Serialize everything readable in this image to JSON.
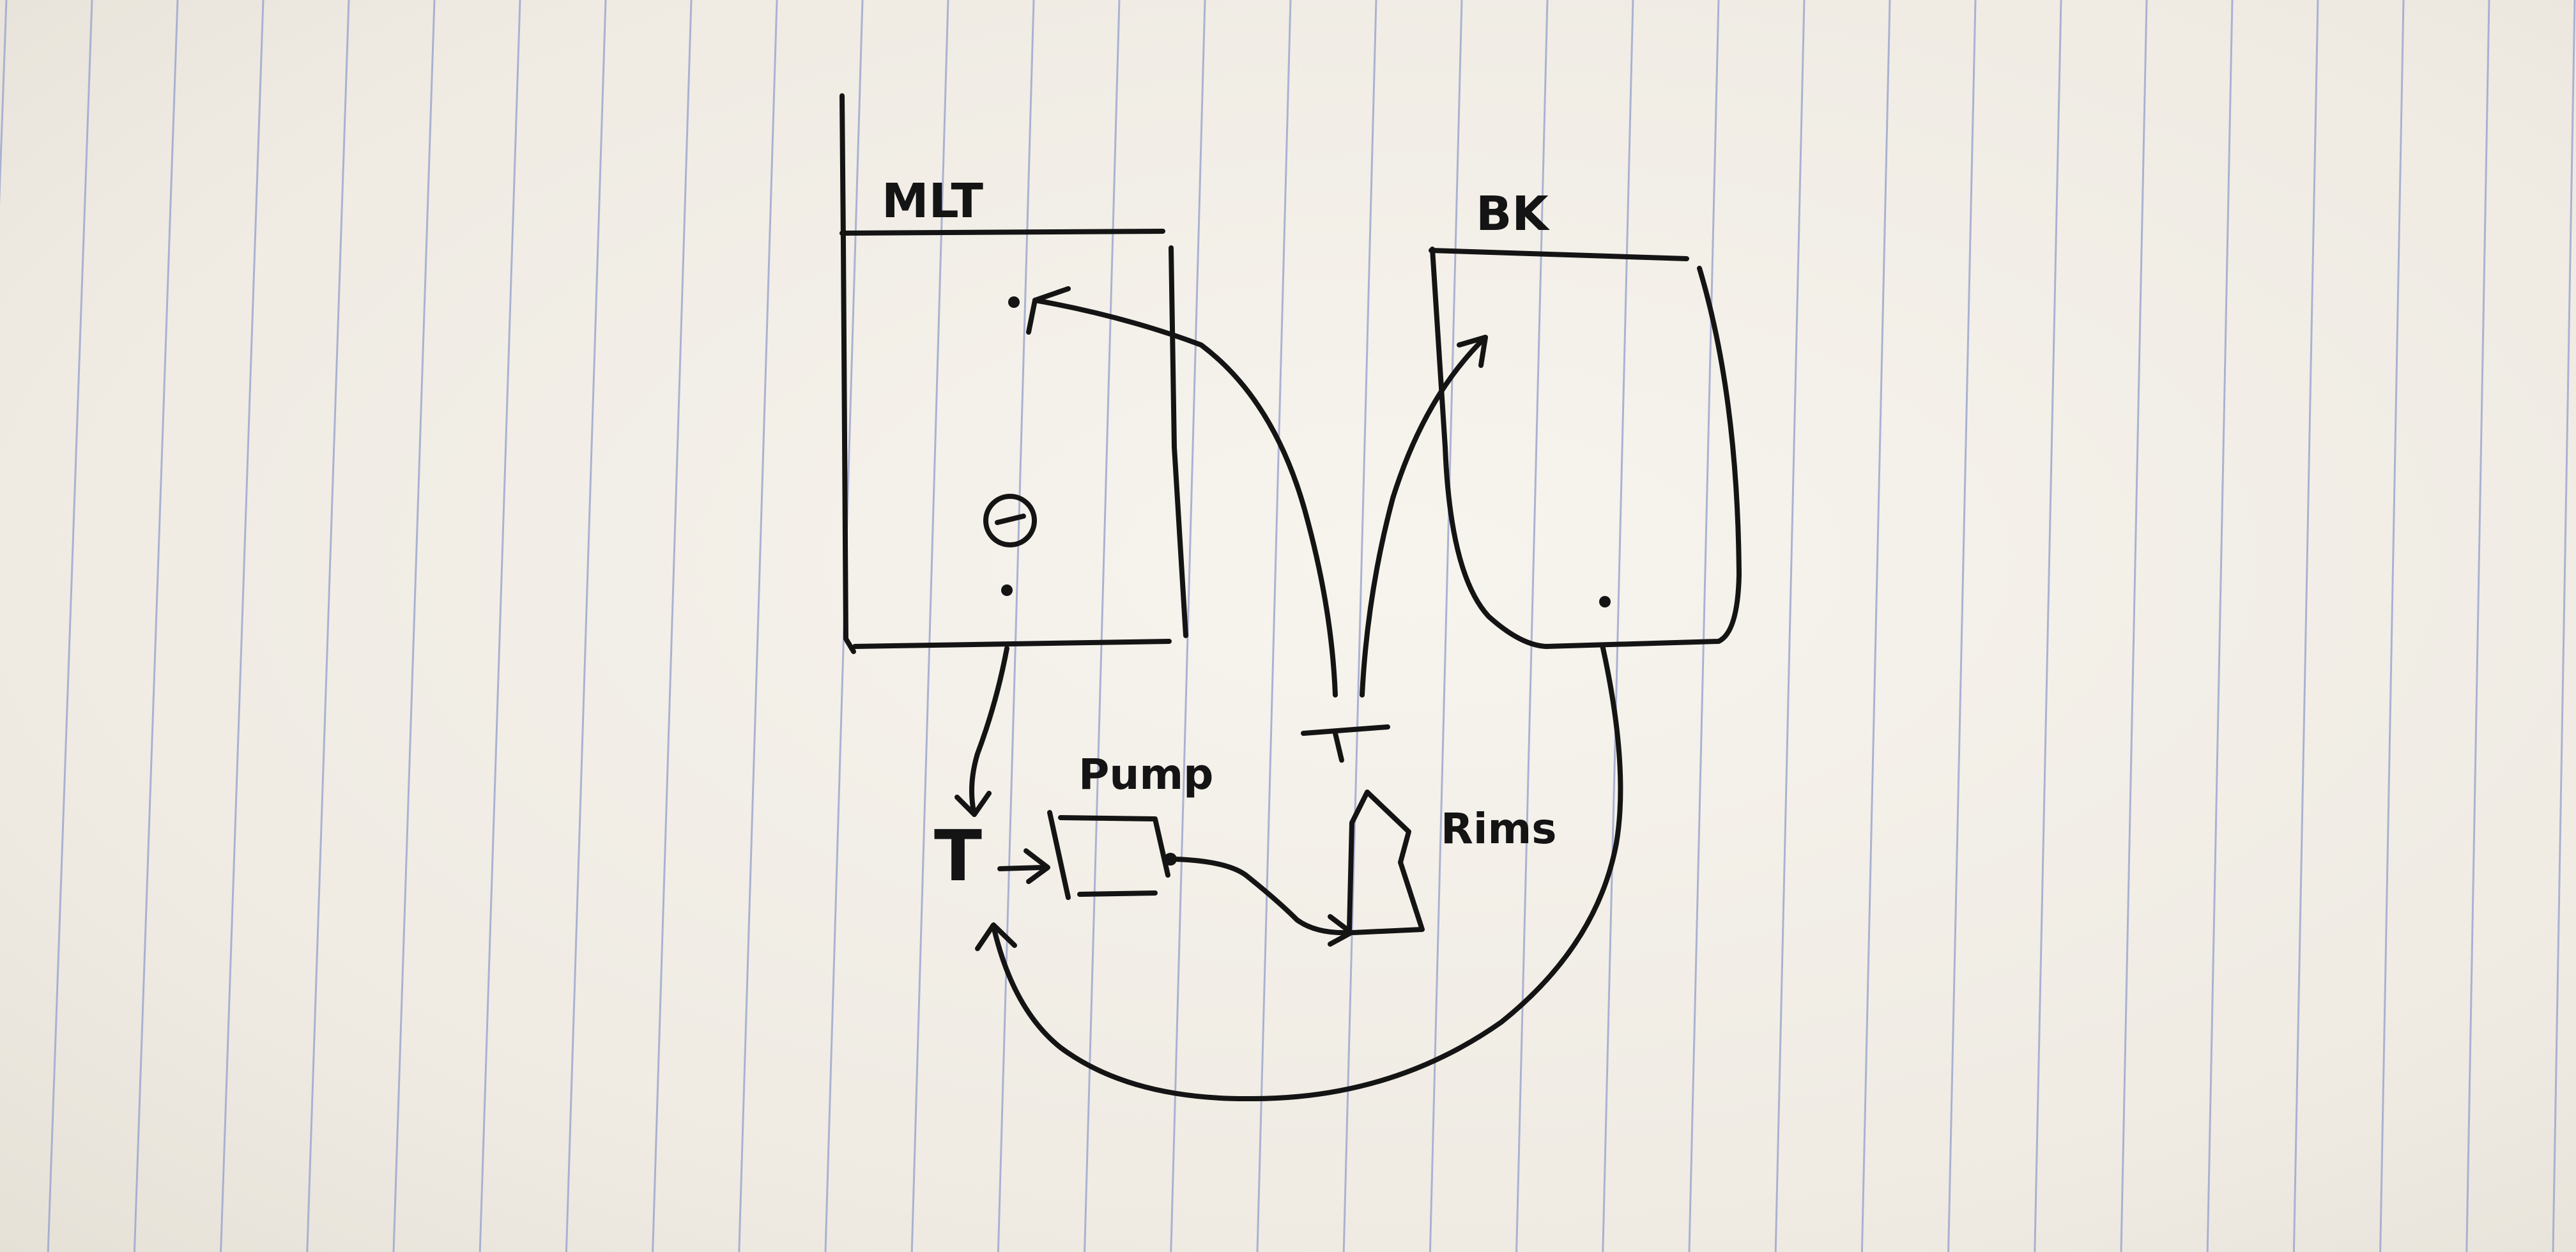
{
  "labels": {
    "mash_tun": "MLT",
    "boil_kettle": "BK",
    "pump": "Pump",
    "rims": "Rims",
    "tee_left": "T",
    "tee_right": "T"
  },
  "colors": {
    "paper": "#f3efe8",
    "ruled_line": "#9ea8cf",
    "ink": "#141414"
  }
}
